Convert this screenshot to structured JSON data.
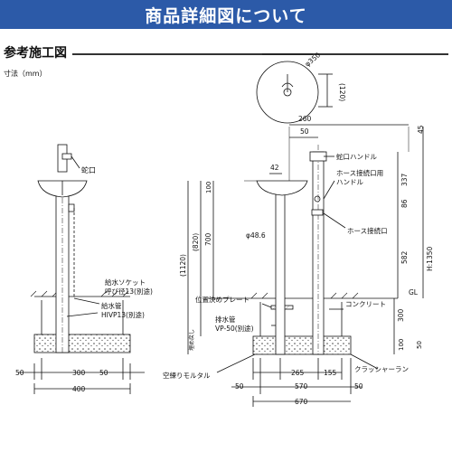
{
  "header": {
    "title": "商品詳細図について"
  },
  "section": {
    "title": "参考施工図"
  },
  "unit_label": "寸法（mm）",
  "left_view": {
    "label_faucet": "蛇口",
    "label_socket_1": "給水ソケット",
    "label_socket_2": "呼び径13(別途)",
    "label_pipe_1": "給水管",
    "label_pipe_2": "HIVP13(別途)",
    "dim_left": "50",
    "dim_center": "300",
    "dim_right": "50",
    "dim_total": "400"
  },
  "top_view": {
    "dia": "φ350",
    "offset": "(120)"
  },
  "right_view": {
    "dim_260": "260",
    "dim_50_top": "50",
    "dim_45": "45",
    "dim_42": "42",
    "dim_100": "100",
    "dim_700": "700",
    "dim_820": "(820)",
    "dim_1120": "(1120)",
    "dim_48_6": "φ48.6",
    "dim_337": "337",
    "dim_86": "86",
    "dim_582": "582",
    "dim_h": "H:1350",
    "dim_300": "300",
    "dim_100_b": "100",
    "dim_50_b": "50",
    "label_handle": "蛇口ハンドル",
    "label_hose_handle_1": "ホース接続口用",
    "label_hose_handle_2": "ハンドル",
    "label_hose": "ホース接続口",
    "label_gl": "GL",
    "label_concrete": "コンクリート",
    "label_plate": "位置決めプレート",
    "label_drain_1": "排水管",
    "label_drain_2": "VP-50(別途)",
    "label_mortar": "空練りモルタル",
    "label_crusher": "クラッシャーラン",
    "dim_265": "265",
    "dim_155": "155",
    "dim_50_l": "50",
    "dim_570": "570",
    "dim_50_r": "50",
    "dim_670": "670",
    "fill_label": "埋め戻し"
  }
}
